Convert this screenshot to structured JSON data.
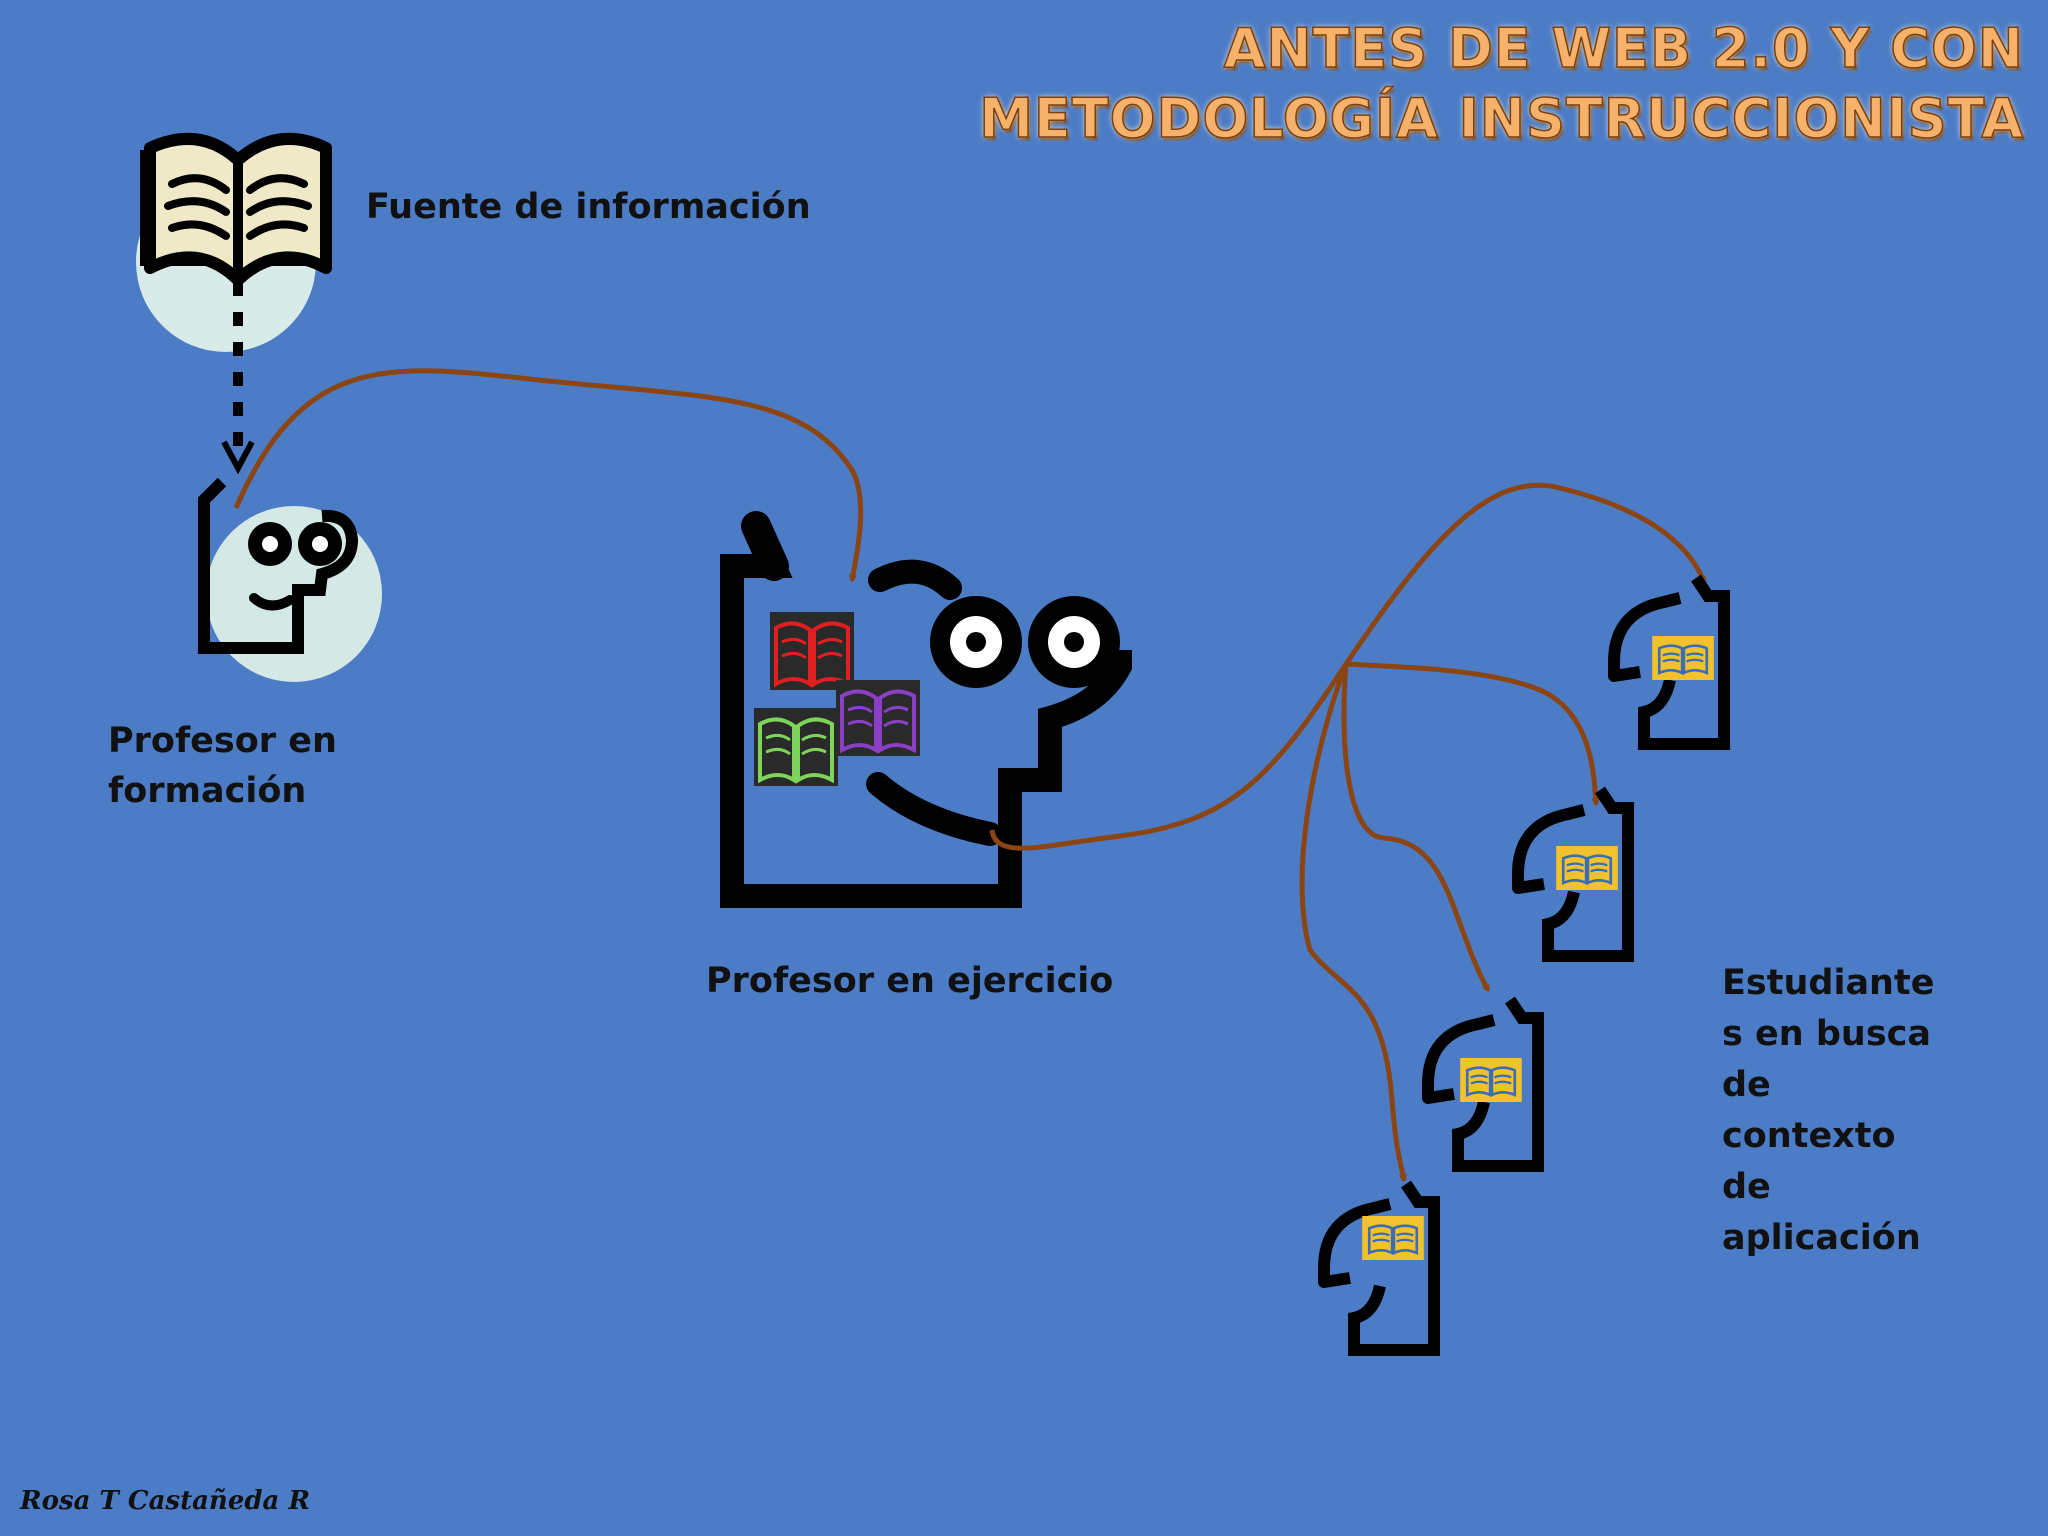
{
  "title": {
    "line1": "ANTES DE WEB 2.0 Y CON",
    "line2": "METODOLOGÍA INSTRUCCIONISTA"
  },
  "labels": {
    "source": "Fuente  de información",
    "trainee_line1": "Profesor en",
    "trainee_line2": "formación",
    "teacher": "Profesor en ejercicio",
    "students": [
      "Estudiante",
      "s en busca",
      "de",
      "contexto",
      "de",
      "aplicación"
    ]
  },
  "author": "Rosa T Castañeda R",
  "colors": {
    "background": "#4d7cc7",
    "arrow": "#8b4513",
    "title": "#f6b26b",
    "glow": "#d8ebe8",
    "student_book": "#f2c12e"
  },
  "icons": {
    "source": "open-book-icon",
    "trainee": "person-head-icon",
    "teacher": "person-head-icon",
    "student": "person-head-icon",
    "book_colors": [
      "#e02020",
      "#8a3fc4",
      "#7ed35a"
    ]
  }
}
